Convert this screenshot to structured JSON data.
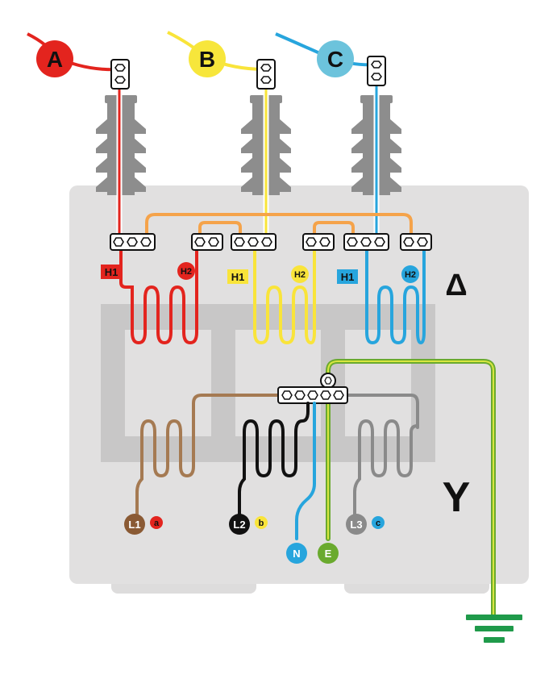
{
  "phases": {
    "a": {
      "label": "A",
      "color": "#e3241e"
    },
    "b": {
      "label": "B",
      "color": "#f7e63b"
    },
    "c": {
      "label": "C",
      "color": "#6cc3dc"
    }
  },
  "wire_colors": {
    "red": "#e3241e",
    "yellow": "#f9e43a",
    "blue": "#27a5dd",
    "orange": "#f5a34a",
    "brown": "#a57a52",
    "black": "#111111",
    "gray": "#8a8a8a",
    "earth_green": "#6aaa2e",
    "earth_yellow": "#d8e640",
    "ground_green": "#1f9a4a"
  },
  "primary": {
    "symbol": "Δ",
    "labels": {
      "h1_a": "H1",
      "h2_a": "H2",
      "h1_b": "H1",
      "h2_b": "H2",
      "h1_c": "H1",
      "h2_c": "H2"
    }
  },
  "secondary": {
    "symbol": "Y",
    "terminals": {
      "l1": {
        "label": "L1",
        "phase": "a"
      },
      "l2": {
        "label": "L2",
        "phase": "b"
      },
      "l3": {
        "label": "L3",
        "phase": "c"
      },
      "n": "N",
      "e": "E"
    }
  }
}
